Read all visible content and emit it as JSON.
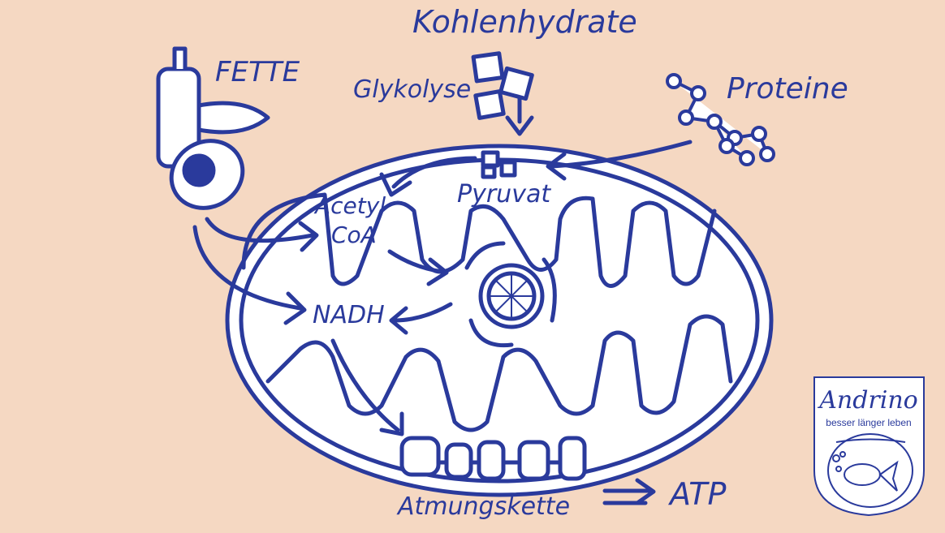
{
  "colors": {
    "background": "#f5d8c2",
    "ink": "#2a3a9c",
    "fill": "#ffffff"
  },
  "labels": {
    "carbs": "Kohlenhydrate",
    "glycolysis": "Glykolyse",
    "fats": "FETTE",
    "proteins": "Proteine",
    "acetyl": "Acetyl",
    "coa": "CoA",
    "pyruvate": "Pyruvat",
    "nadh": "NADH",
    "respiratory_chain": "Atmungskette",
    "atp": "ATP"
  },
  "logo": {
    "name": "Andrino",
    "tagline": "besser länger leben"
  }
}
